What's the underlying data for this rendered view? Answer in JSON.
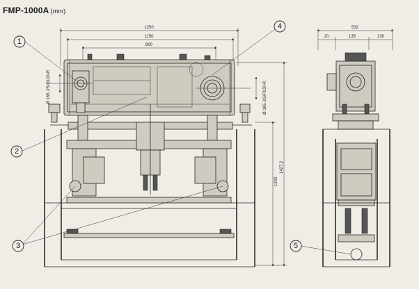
{
  "title": {
    "model": "FMP-1000A",
    "unit": "(mm)"
  },
  "dimensions": {
    "front_width": "1250",
    "front_inner": "1150",
    "front_span": "900",
    "total_height": "1427.2",
    "stand_height": "1200",
    "flange_left": "Ø 165 J/S/G100-R",
    "flange_right": "Ø 165 J/S/F100-R",
    "side_width": "532",
    "side_left": "20",
    "side_mid": "135",
    "side_right": "130"
  },
  "callouts": [
    "1",
    "2",
    "3",
    "4",
    "5"
  ]
}
